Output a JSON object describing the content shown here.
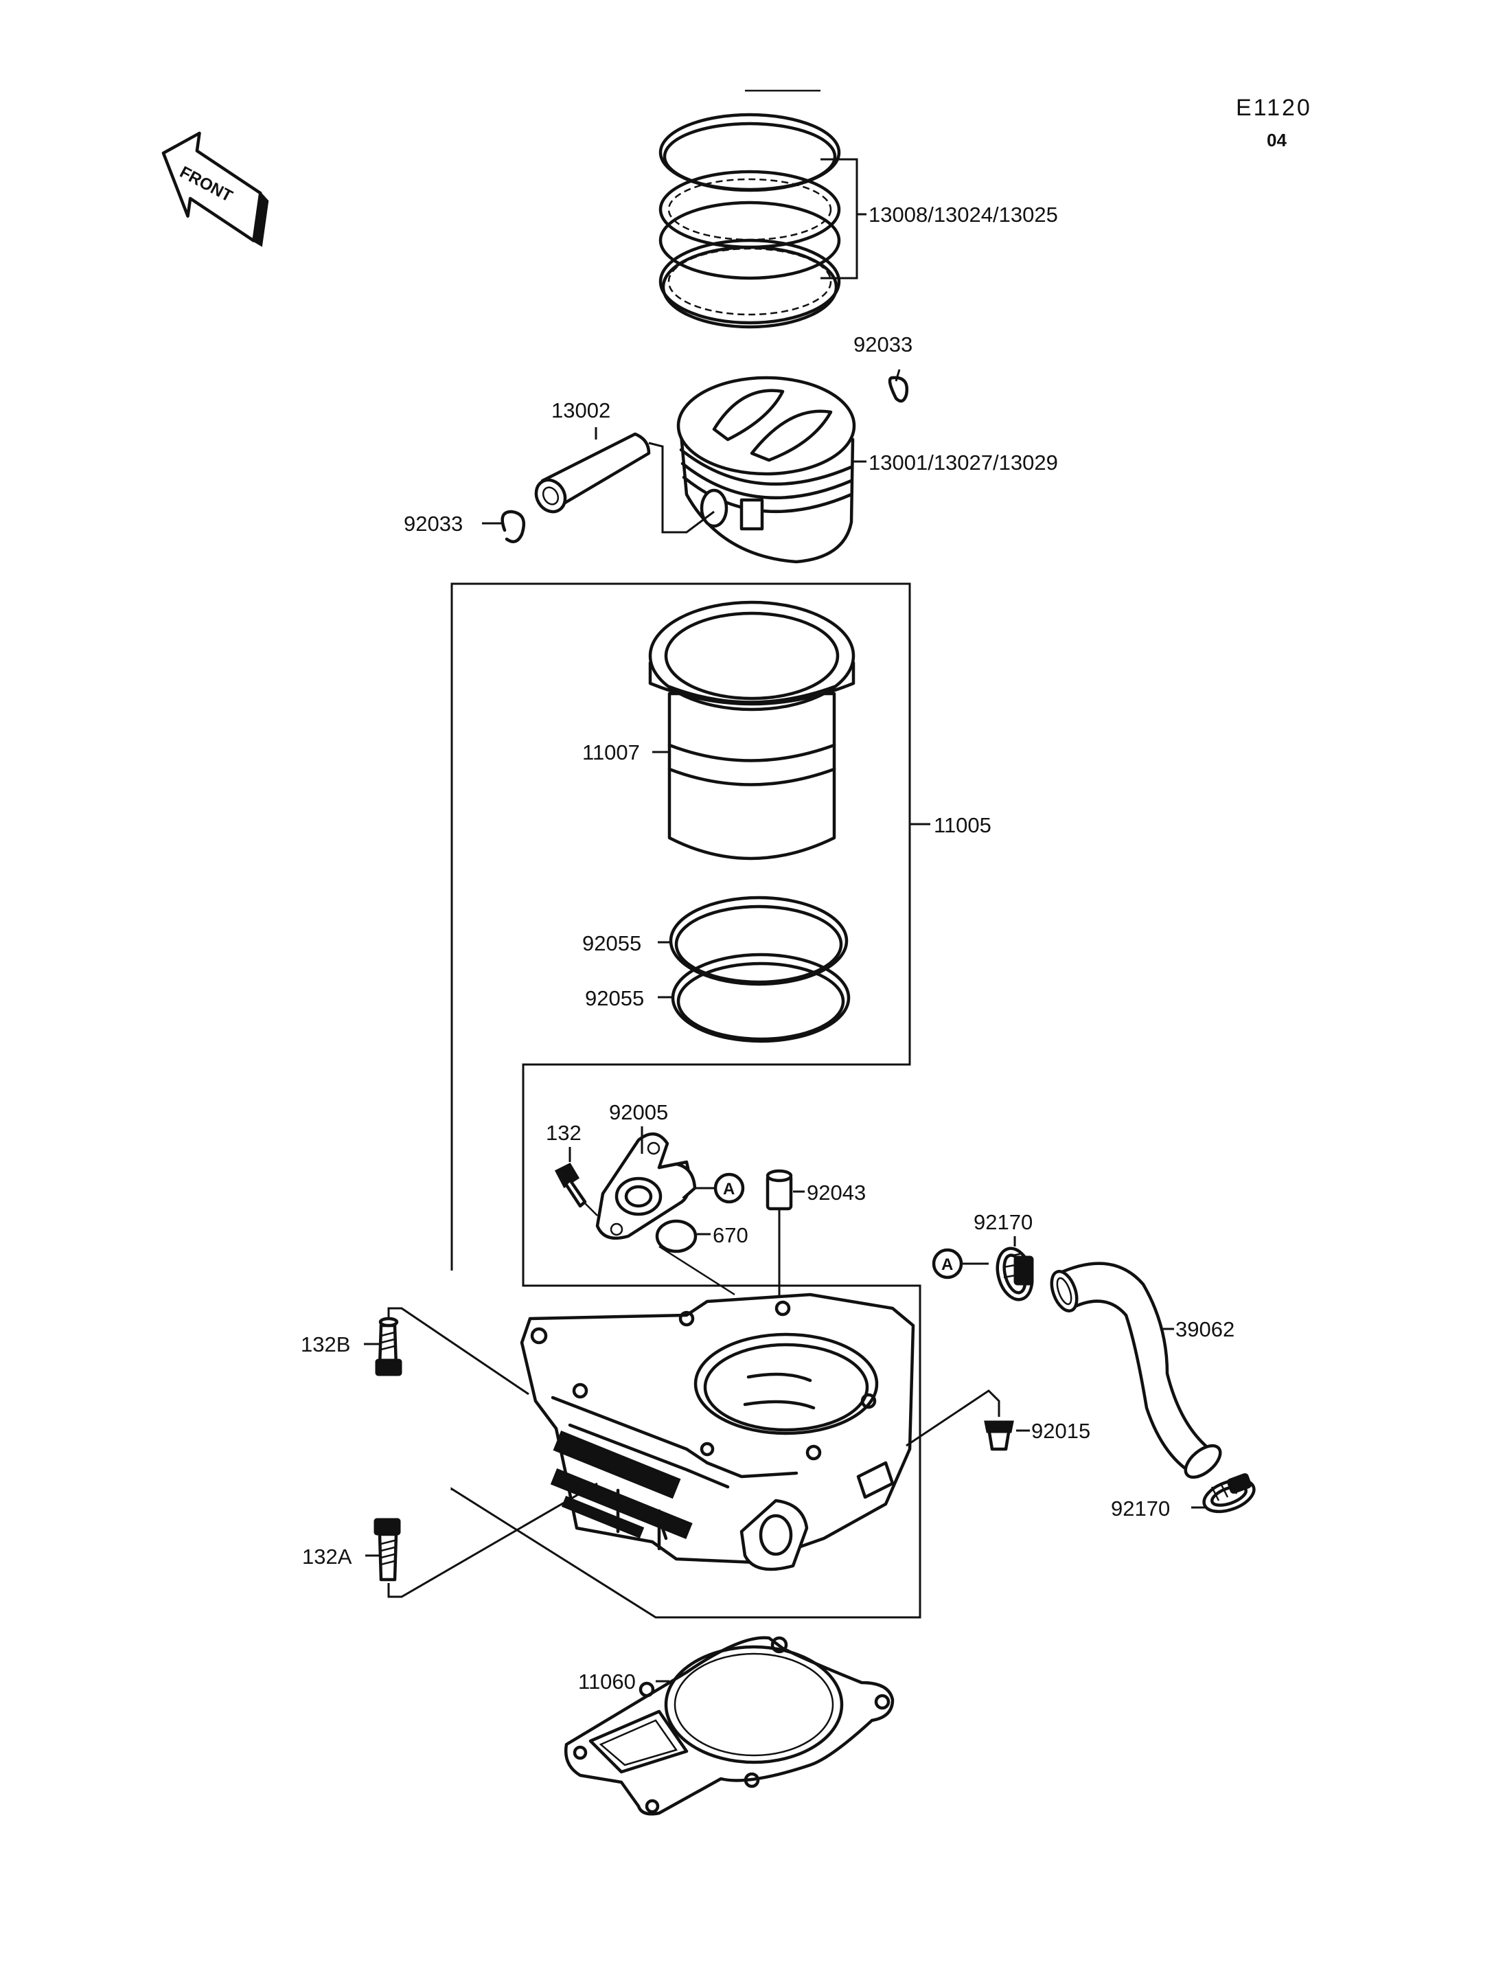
{
  "diagram_code": "E1120",
  "diagram_sub_code": "04",
  "front_label": "FRONT",
  "ref_marker": "A",
  "callouts": {
    "piston_rings": "13008/13024/13025",
    "circlip_right": "92033",
    "piston_pin": "13002",
    "piston": "13001/13027/13029",
    "circlip_left": "92033",
    "cylinder_sleeve": "11007",
    "cylinder_assy": "11005",
    "oring_upper": "92055",
    "oring_lower": "92055",
    "water_fitting": "92005",
    "fitting_bolt": "132",
    "dowel_pin": "92043",
    "fitting_oring": "670",
    "hose_clamp_upper": "92170",
    "water_hose": "39062",
    "bolt_132b": "132B",
    "plug": "92015",
    "hose_clamp_lower": "92170",
    "bolt_132a": "132A",
    "head_gasket": "11060"
  }
}
